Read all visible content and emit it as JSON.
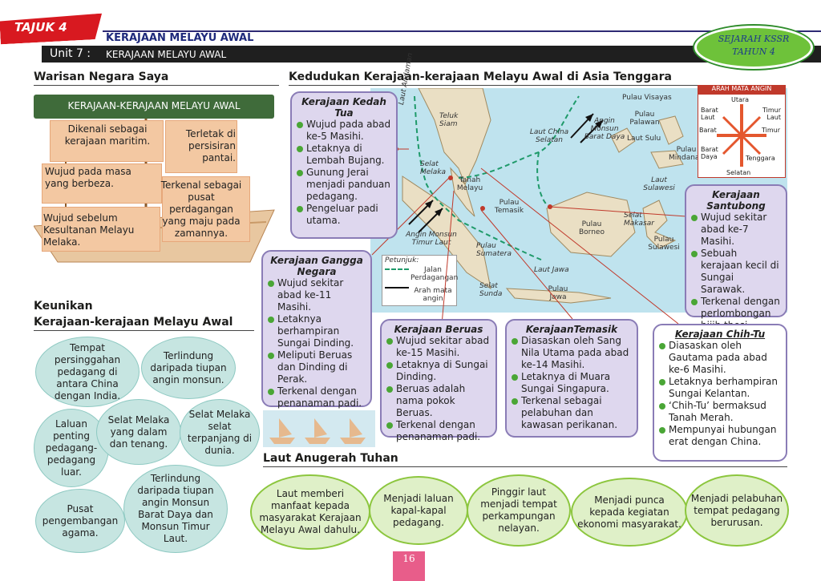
{
  "header": {
    "tajuk": "TAJUK 4",
    "title_top": "KERAJAAN MELAYU AWAL",
    "unit": "Unit 7 :",
    "title_bar": "KERAJAAN MELAYU AWAL",
    "badge_line1": "SEJARAH KSSR",
    "badge_line2": "TAHUN 4"
  },
  "warisan": {
    "heading": "Warisan Negara Saya",
    "banner": "KERAJAAN-KERAJAAN MELAYU AWAL",
    "sails": [
      "Dikenali sebagai kerajaan maritim.",
      "Terletak di persisiran pantai.",
      "Wujud pada masa yang berbeza.",
      "Terkenal sebagai pusat perdagangan yang maju pada zamannya.",
      "Wujud sebelum Kesultanan Melayu Melaka."
    ]
  },
  "keunikan": {
    "heading_line1": "Keunikan",
    "heading_line2": "Kerajaan-kerajaan Melayu Awal",
    "bubbles": [
      "Tempat persinggahan pedagang di antara China dengan India.",
      "Terlindung daripada tiupan angin monsun.",
      "Laluan penting pedagang-pedagang luar.",
      "Selat Melaka yang dalam dan tenang.",
      "Selat Melaka selat terpanjang di dunia.",
      "Pusat pengembangan agama.",
      "Terlindung daripada tiupan angin Monsun Barat Daya dan Monsun Timur Laut."
    ]
  },
  "map": {
    "heading": "Kedudukan Kerajaan-kerajaan Melayu Awal di Asia Tenggara",
    "compass": {
      "title": "ARAH MATA ANGIN",
      "utara": "Utara",
      "selatan": "Selatan",
      "timur": "Timur",
      "barat": "Barat",
      "barat_laut": "Barat Laut",
      "timur_laut": "Timur Laut",
      "barat_daya": "Barat Daya",
      "tenggara": "Tenggara"
    },
    "labels": {
      "laut_andaman": "Laut Andaman",
      "teluk_siam": "Teluk Siam",
      "laut_china_selatan": "Laut China Selatan",
      "angin_barat_daya": "Angin Monsun Barat Daya",
      "pulau_visayas": "Pulau Visayas",
      "pulau_palawan": "Pulau Palawan",
      "laut_sulu": "Laut Sulu",
      "pulau_mindanao": "Pulau Mindanao",
      "laut_sulawesi": "Laut Sulawesi",
      "selat_melaka": "Selat Melaka",
      "tanah_melayu": "Tanah Melayu",
      "pulau_temasik": "Pulau Temasik",
      "pulau_borneo": "Pulau Borneo",
      "selat_makasar": "Selat Makasar",
      "pulau_sulawesi": "Pulau Sulawesi",
      "angin_timur_laut": "Angin Monsun Timur Laut",
      "pulau_sumatera": "Pulau Sumatera",
      "laut_jawa": "Laut Jawa",
      "pulau_jawa": "Pulau Jawa",
      "selat_sunda": "Selat Sunda"
    },
    "legend": {
      "title": "Petunjuk:",
      "jalan": "Jalan Perdagangan",
      "arah": "Arah mata angin"
    }
  },
  "kingdoms": {
    "kedah": {
      "title": "Kerajaan Kedah Tua",
      "items": [
        "Wujud pada abad ke-5 Masihi.",
        "Letaknya di Lembah Bujang.",
        "Gunung Jerai menjadi panduan pedagang.",
        "Pengeluar padi utama."
      ]
    },
    "gangga": {
      "title": "Kerajaan Gangga Negara",
      "items": [
        "Wujud sekitar abad ke-11 Masihi.",
        "Letaknya berhampiran Sungai Dinding.",
        "Meliputi Beruas dan Dinding di Perak.",
        "Terkenal dengan penanaman padi."
      ]
    },
    "beruas": {
      "title": "Kerajaan Beruas",
      "items": [
        "Wujud sekitar abad ke-15 Masihi.",
        "Letaknya di Sungai Dinding.",
        "Beruas adalah nama pokok Beruas.",
        "Terkenal dengan penanaman padi."
      ]
    },
    "temasik": {
      "title": "KerajaanTemasik",
      "items": [
        "Diasaskan oleh Sang Nila Utama pada abad ke-14 Masihi.",
        "Letaknya di Muara Sungai Singapura.",
        "Terkenal sebagai pelabuhan dan kawasan perikanan."
      ]
    },
    "santubong": {
      "title": "Kerajaan Santubong",
      "items": [
        "Wujud sekitar abad ke-7 Masihi.",
        "Sebuah kerajaan kecil di Sungai Sarawak.",
        "Terkenal dengan perlombongan bijih tbesi."
      ]
    },
    "chihtu": {
      "title": "Kerajaan Chih-Tu",
      "items": [
        "Diasaskan oleh Gautama pada abad ke-6 Masihi.",
        "Letaknya berhampiran Sungai Kelantan.",
        "‘Chih-Tu’ bermaksud Tanah Merah.",
        "Mempunyai hubungan erat dengan China."
      ]
    }
  },
  "laut": {
    "heading": "Laut Anugerah Tuhan",
    "items": [
      "Laut memberi manfaat kepada masyarakat Kerajaan Melayu Awal dahulu.",
      "Menjadi laluan kapal-kapal pedagang.",
      "Pinggir laut menjadi tempat perkampungan nelayan.",
      "Menjadi punca kepada kegiatan ekonomi masyarakat.",
      "Menjadi pelabuhan tempat pedagang berurusan."
    ]
  },
  "page_number": "16",
  "colors": {
    "red": "#d81920",
    "navy": "#1f2a7c",
    "green": "#6ec23a",
    "card": "#ded7ee",
    "sea": "#bfe3ee",
    "land": "#eadfc4"
  }
}
